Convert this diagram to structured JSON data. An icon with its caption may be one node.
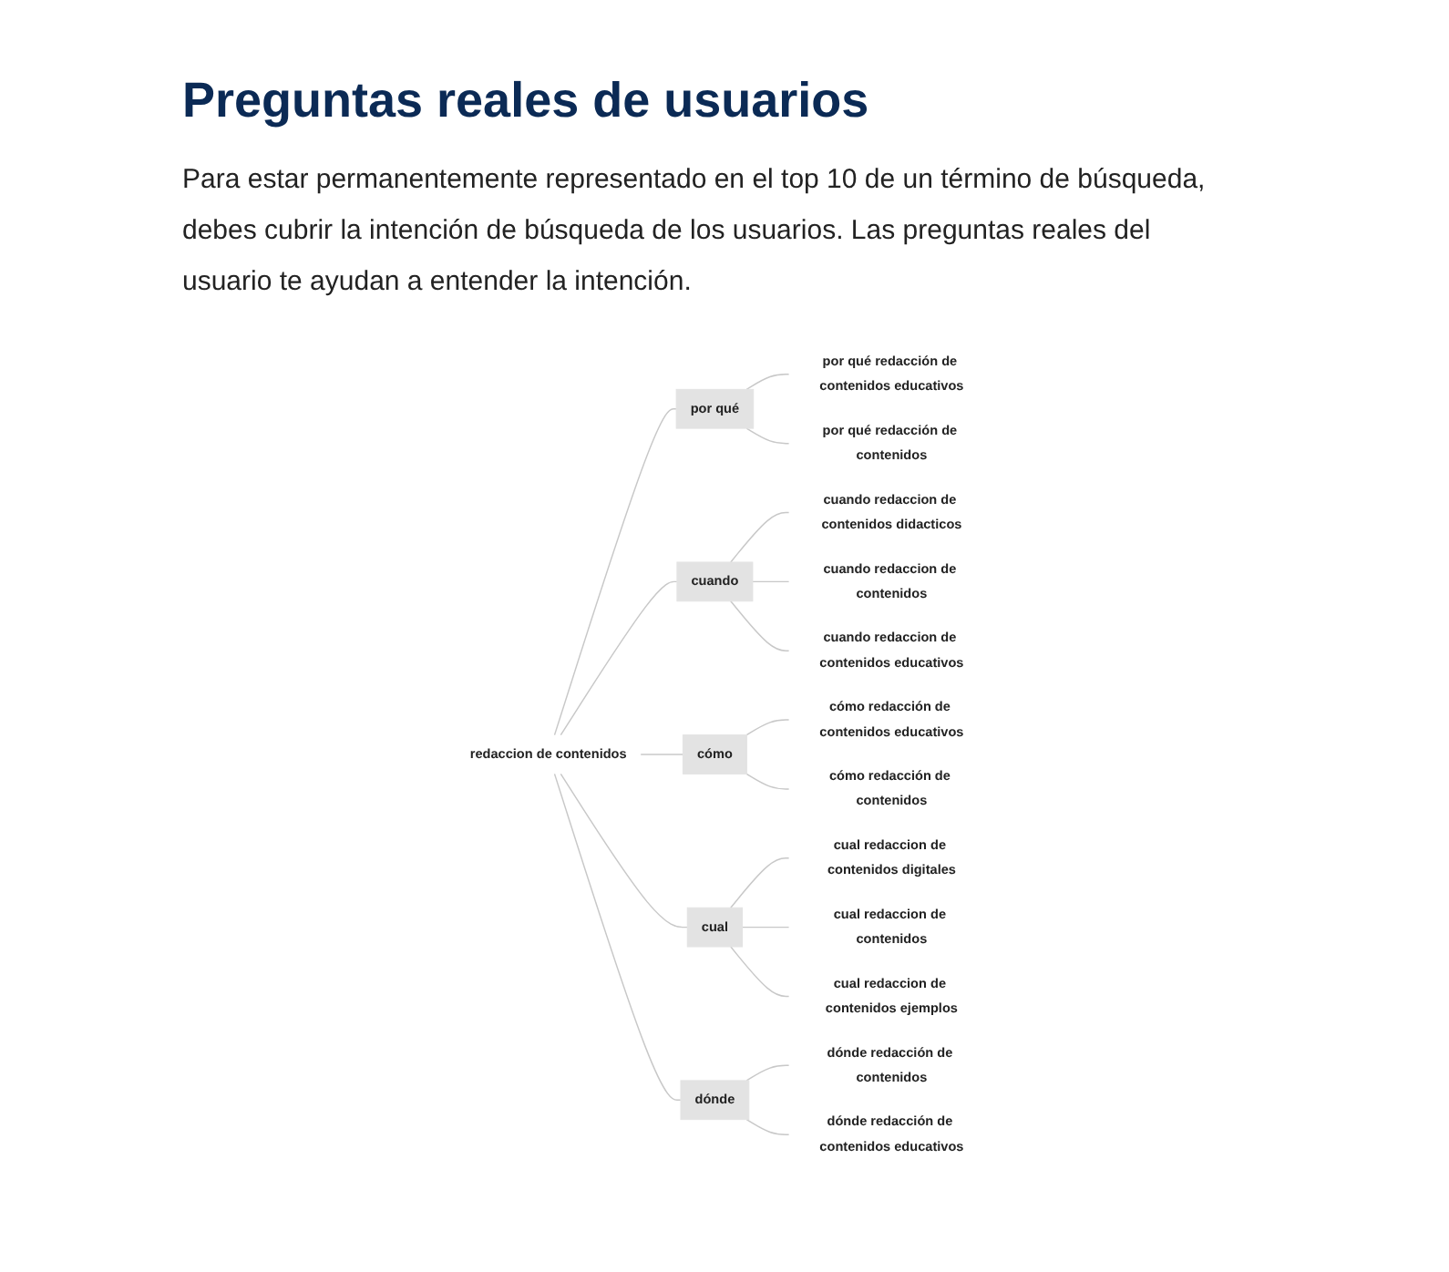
{
  "diagram": {
    "title": "Preguntas reales de usuarios",
    "nodes": [
      {
        "text": [
          "redaccion de contenidos"
        ]
      },
      {
        "text": [
          "por qué"
        ]
      },
      {
        "text": [
          "por qué redacción de contenidos educativos"
        ]
      },
      {
        "text": [
          "por qué redacción de contenidos"
        ]
      },
      {
        "text": [
          "cuando"
        ]
      },
      {
        "text": [
          "cuando redaccion de contenidos didacticos"
        ]
      },
      {
        "text": [
          "cuando redaccion de contenidos"
        ]
      },
      {
        "text": [
          "cuando redaccion de contenidos educativos"
        ]
      },
      {
        "text": [
          "cómo"
        ]
      },
      {
        "text": [
          "cómo redacción de contenidos educativos"
        ]
      },
      {
        "text": [
          "cómo redacción de contenidos"
        ]
      },
      {
        "text": [
          "cual"
        ]
      },
      {
        "text": [
          "cual redaccion de contenidos digitales"
        ]
      },
      {
        "text": [
          "cual redaccion de contenidos"
        ]
      },
      {
        "text": [
          "cual redaccion de contenidos ejemplos"
        ]
      },
      {
        "text": [
          "dónde"
        ]
      },
      {
        "text": [
          "dónde redacción de contenidos"
        ]
      },
      {
        "text": [
          "dónde redacción de contenidos educativos"
        ]
      }
    ],
    "edges": [
      {
        "from": 0,
        "to": 1,
        "arrow": "none"
      },
      {
        "from": 1,
        "to": 2,
        "arrow": "none"
      },
      {
        "from": 1,
        "to": 3,
        "arrow": "none"
      },
      {
        "from": 0,
        "to": 4,
        "arrow": "none"
      },
      {
        "from": 4,
        "to": 5,
        "arrow": "none"
      },
      {
        "from": 4,
        "to": 6,
        "arrow": "none"
      },
      {
        "from": 4,
        "to": 7,
        "arrow": "none"
      },
      {
        "from": 0,
        "to": 8,
        "arrow": "none"
      },
      {
        "from": 8,
        "to": 9,
        "arrow": "none"
      },
      {
        "from": 8,
        "to": 10,
        "arrow": "none"
      },
      {
        "from": 0,
        "to": 11,
        "arrow": "none"
      },
      {
        "from": 11,
        "to": 12,
        "arrow": "none"
      },
      {
        "from": 11,
        "to": 13,
        "arrow": "none"
      },
      {
        "from": 11,
        "to": 14,
        "arrow": "none"
      },
      {
        "from": 0,
        "to": 15,
        "arrow": "none"
      },
      {
        "from": 15,
        "to": 16,
        "arrow": "none"
      },
      {
        "from": 15,
        "to": 17,
        "arrow": "none"
      }
    ],
    "labels": [
      "Para estar permanentemente representado en el top 10 de un término de búsqueda, debes cubrir la intención de búsqueda de los usuarios. Las preguntas reales del usuario te ayudan a entender la intención."
    ]
  }
}
